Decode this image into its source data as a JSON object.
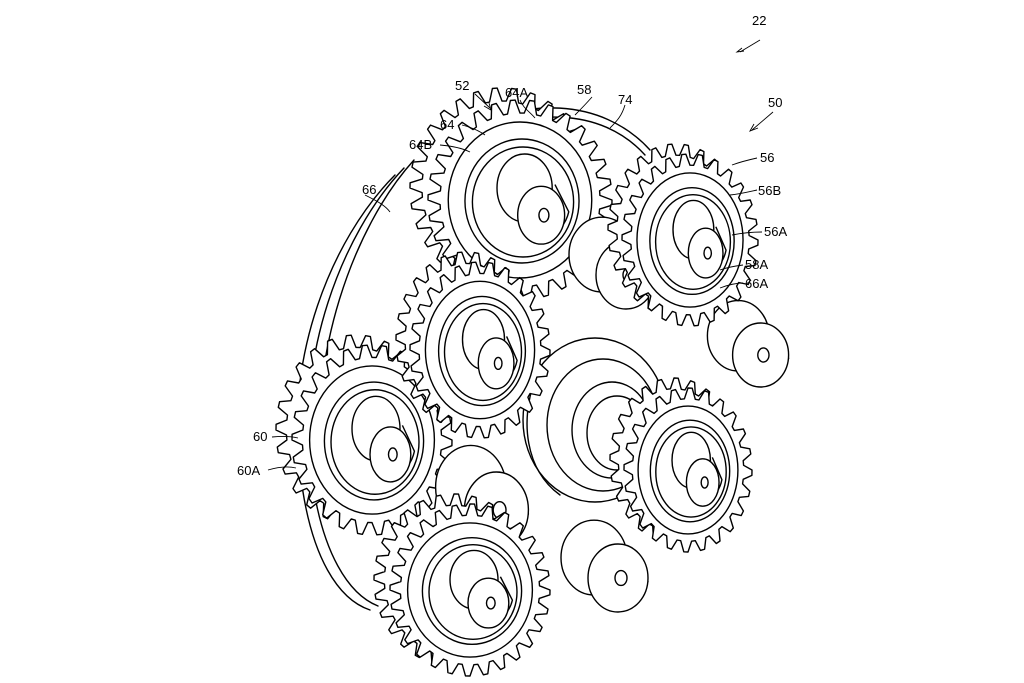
{
  "figure": {
    "labels": [
      {
        "id": "22",
        "text": "22"
      },
      {
        "id": "50",
        "text": "50"
      },
      {
        "id": "52",
        "text": "52"
      },
      {
        "id": "64A",
        "text": "64A"
      },
      {
        "id": "58",
        "text": "58"
      },
      {
        "id": "74",
        "text": "74"
      },
      {
        "id": "64",
        "text": "64"
      },
      {
        "id": "64B",
        "text": "64B"
      },
      {
        "id": "66",
        "text": "66"
      },
      {
        "id": "56",
        "text": "56"
      },
      {
        "id": "56B",
        "text": "56B"
      },
      {
        "id": "56A",
        "text": "56A"
      },
      {
        "id": "58A",
        "text": "58A"
      },
      {
        "id": "66A",
        "text": "66A"
      },
      {
        "id": "60",
        "text": "60"
      },
      {
        "id": "60A",
        "text": "60A"
      }
    ]
  },
  "colors": {
    "line": "#000000",
    "background": "#ffffff"
  }
}
